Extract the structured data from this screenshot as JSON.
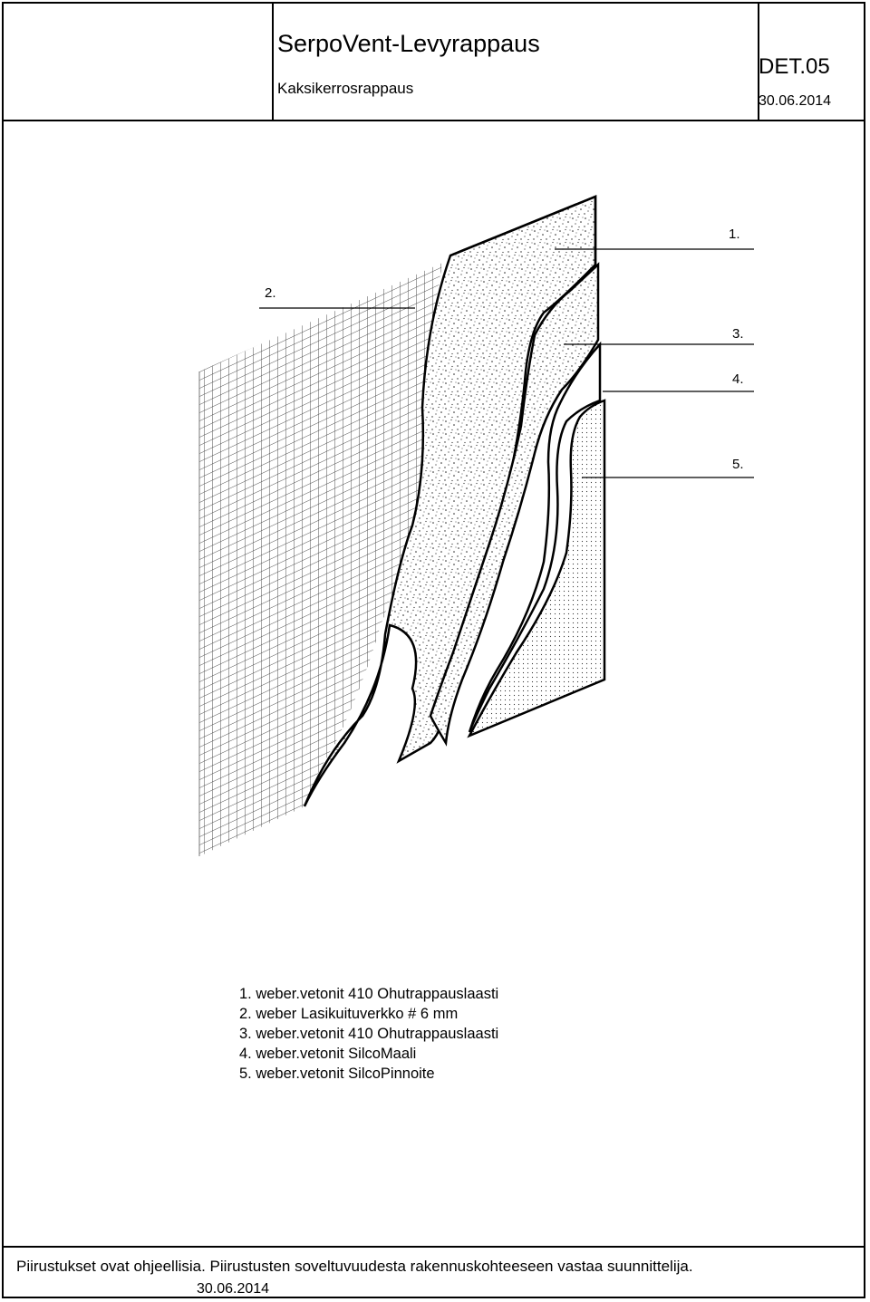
{
  "header": {
    "title": "SerpoVent-Levyrappaus",
    "subtitle": "Kaksikerrosrappaus",
    "code": "DET.05",
    "date": "30.06.2014"
  },
  "callouts": [
    "1.",
    "2.",
    "3.",
    "4.",
    "5."
  ],
  "legend": [
    "1. weber.vetonit 410 Ohutrappauslaasti",
    "2. weber Lasikuituverkko # 6 mm",
    "3. weber.vetonit 410 Ohutrappauslaasti",
    "4. weber.vetonit SilcoMaali",
    "5. weber.vetonit SilcoPinnoite"
  ],
  "footer": {
    "disclaimer": "Piirustukset ovat ohjeellisia. Piirustusten soveltuvuudesta rakennuskohteeseen vastaa suunnittelija.",
    "date": "30.06.2014"
  }
}
